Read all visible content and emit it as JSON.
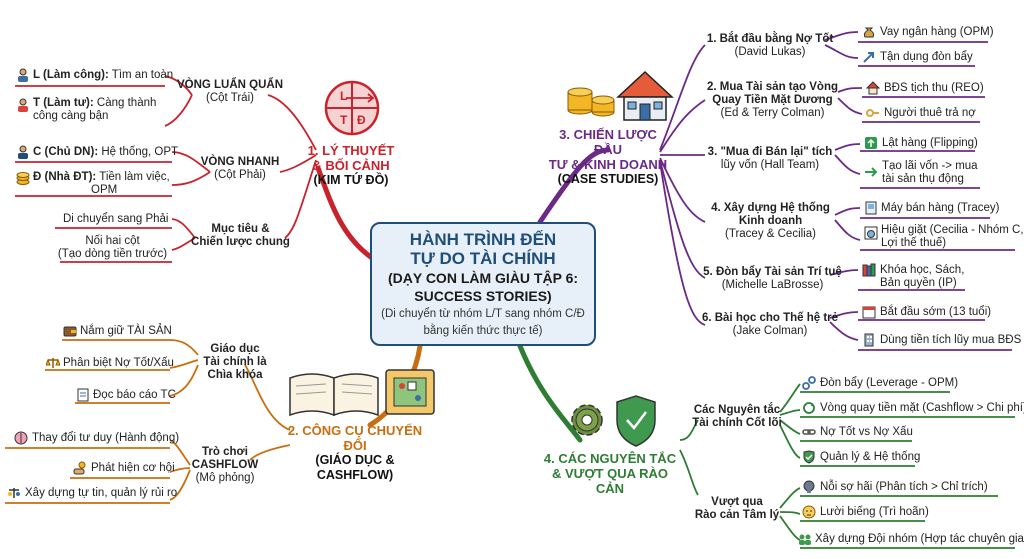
{
  "central": {
    "title_line1": "HÀNH TRÌNH ĐẾN",
    "title_line2": "TỰ DO TÀI CHÍNH",
    "subtitle_line1": "(DẠY CON LÀM GIÀU TẬP 6:",
    "subtitle_line2": "SUCCESS STORIES)",
    "note_line1": "(Di chuyển từ nhóm L/T sang nhóm C/Đ",
    "note_line2": "bằng kiến thức thực tế)"
  },
  "branch1": {
    "title_line1": "1. LÝ THUYẾT",
    "title_line2": "& BỐI CẢNH",
    "title_line3": "(KIM TỨ ĐỒ)",
    "quadrant_letters": [
      "L",
      "T",
      "Đ"
    ],
    "color": "#c8232c",
    "groups": [
      {
        "label_line1": "VÒNG LUẨN QUẨN",
        "label_line2": "(Cột Trái)",
        "items": [
          {
            "bold": "L (Làm công):",
            "text": " Tìm an toàn",
            "icon": "worker-icon"
          },
          {
            "bold": "T (Làm tư):",
            "text": " Càng thành",
            "text2": "công càng bận",
            "icon": "self-employed-icon"
          }
        ]
      },
      {
        "label_line1": "VÒNG NHANH",
        "label_line2": "(Cột Phải)",
        "items": [
          {
            "bold": "C (Chủ DN):",
            "text": " Hệ thống, OPT",
            "icon": "business-owner-icon"
          },
          {
            "bold": "Đ (Nhà ĐT):",
            "text": " Tiền làm việc,",
            "text2": "OPM",
            "icon": "investor-coin-icon"
          }
        ]
      },
      {
        "label_line1": "Mục tiêu &",
        "label_line2": "Chiến lược chung",
        "items": [
          {
            "text": "Di chuyển sang Phải"
          },
          {
            "text": "Nối hai cột",
            "text2": "(Tạo dòng tiền trước)"
          }
        ]
      }
    ]
  },
  "branch2": {
    "title_line1": "2. CÔNG CỤ CHUYỂN ĐỔI",
    "title_line2": "(GIÁO DỤC & CASHFLOW)",
    "color": "#c86e10",
    "groups": [
      {
        "label_line1": "Giáo dục",
        "label_line2": "Tài chính là",
        "label_line3": "Chìa khóa",
        "items": [
          {
            "text": "Nắm giữ TÀI SẢN",
            "icon": "wallet-icon"
          },
          {
            "text": "Phân biệt Nợ Tốt/Xấu",
            "icon": "scale-icon"
          },
          {
            "text": "Đọc báo cáo TC",
            "icon": "document-icon"
          }
        ]
      },
      {
        "label_line1": "Trò chơi",
        "label_line2": "CASHFLOW",
        "label_line3": "(Mô phỏng)",
        "items": [
          {
            "text": "Thay đổi tư duy (Hành động)",
            "icon": "brain-icon"
          },
          {
            "text": "Phát hiện cơ hội",
            "icon": "hand-coin-icon"
          },
          {
            "text": "Xây dựng tự tin, quản lý rủi ro",
            "icon": "balance-icon"
          }
        ]
      }
    ]
  },
  "branch3": {
    "title_line1": "3. CHIẾN LƯỢC ĐẦU",
    "title_line2": "TƯ & KINH DOANH",
    "title_line3": "(CASE STUDIES)",
    "color": "#6b2a87",
    "cases": [
      {
        "title_line1": "1. Bắt đầu bằng Nợ Tốt",
        "title_line2": "(David Lukas)",
        "items": [
          {
            "text": "Vay ngân hàng (OPM)",
            "icon": "money-bag-icon"
          },
          {
            "text": "Tận dụng đòn bẩy",
            "icon": "arrow-up-icon"
          }
        ]
      },
      {
        "title_line1": "2. Mua Tài sản tạo Vòng",
        "title_line2": "Quay Tiền Mặt Dương",
        "title_line3": "(Ed & Terry Colman)",
        "items": [
          {
            "text": "BĐS tịch thu (REO)",
            "icon": "house-icon"
          },
          {
            "text": "Người thuê trả nợ",
            "icon": "key-icon"
          }
        ]
      },
      {
        "title_line1": "3. \"Mua đi Bán lại\" tích",
        "title_line2": "lũy vốn (Hall Team)",
        "items": [
          {
            "text": "Lật hàng (Flipping)",
            "icon": "flip-icon"
          },
          {
            "text": "Tạo lãi vốn -> mua",
            "text2": "tài sản thụ động",
            "icon": "arrow-right-icon"
          }
        ]
      },
      {
        "title_line1": "4. Xây dựng Hệ thống",
        "title_line2": "Kinh doanh",
        "title_line3": "(Tracey & Cecilia)",
        "items": [
          {
            "text": "Máy bán hàng (Tracey)",
            "icon": "vending-icon"
          },
          {
            "text": "Hiệu giặt (Cecilia - Nhóm C,",
            "text2": "Lợi thế thuế)",
            "icon": "washer-icon"
          }
        ]
      },
      {
        "title_line1": "5. Đòn bẩy Tài sản Trí tuệ",
        "title_line2": "(Michelle LaBrosse)",
        "items": [
          {
            "text": "Khóa học, Sách,",
            "text2": "Bản quyền (IP)",
            "icon": "books-icon"
          }
        ]
      },
      {
        "title_line1": "6. Bài học cho Thế hệ trẻ",
        "title_line2": "(Jake Colman)",
        "items": [
          {
            "text": "Bắt đầu sớm (13 tuổi)",
            "icon": "calendar-icon"
          },
          {
            "text": "Dùng tiền tích lũy mua BĐS",
            "icon": "building-icon"
          }
        ]
      }
    ]
  },
  "branch4": {
    "title_line1": "4. CÁC NGUYÊN TẮC",
    "title_line2": "& VƯỢT QUA RÀO CẢN",
    "color": "#2e7d32",
    "groups": [
      {
        "label_line1": "Các Nguyên tắc",
        "label_line2": "Tài chính Cốt lõi",
        "items": [
          {
            "text": "Đòn bẩy (Leverage - OPM)",
            "icon": "lever-icon"
          },
          {
            "text": "Vòng quay tiền mặt (Cashflow > Chi phí)",
            "icon": "cycle-icon"
          },
          {
            "text": "Nợ Tốt vs Nợ Xấu",
            "icon": "link-icon"
          },
          {
            "text": "Quản lý & Hệ thống",
            "icon": "shield-check-icon"
          }
        ]
      },
      {
        "label_line1": "Vượt qua",
        "label_line2": "Rào cản Tâm lý",
        "items": [
          {
            "text": "Nỗi sợ hãi (Phân tích > Chỉ trích)",
            "icon": "head-icon"
          },
          {
            "text": "Lười biếng (Trì hoãn)",
            "icon": "sleepy-face-icon"
          },
          {
            "text": "Xây dựng Đội nhóm (Hợp tác chuyên gia)",
            "icon": "team-icon"
          }
        ]
      }
    ]
  }
}
